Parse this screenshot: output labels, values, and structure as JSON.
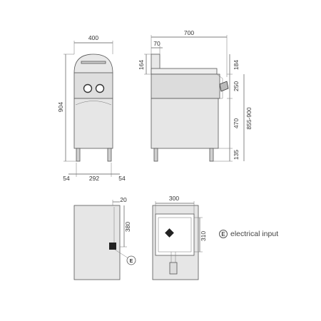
{
  "front_view": {
    "width": "400",
    "height": "904",
    "left_offset": "54",
    "leg_span": "292",
    "right_offset": "54"
  },
  "side_view": {
    "depth": "700",
    "top_offset": "70",
    "top_height": "164",
    "right_top": "184",
    "panel_height": "250",
    "cabinet_height": "470",
    "adjustable_height": "855-900",
    "leg_height": "135"
  },
  "rear_view": {
    "inset": "20",
    "connection_height": "380",
    "marker_letter": "E"
  },
  "top_view": {
    "basin_width": "300",
    "basin_depth": "310"
  },
  "legend": {
    "marker_letter": "E",
    "label": "electrical input"
  },
  "colors": {
    "body_fill": "#e6e6e6",
    "panel_fill": "#d4d4d4",
    "line": "#555555",
    "connector": "#222222"
  }
}
